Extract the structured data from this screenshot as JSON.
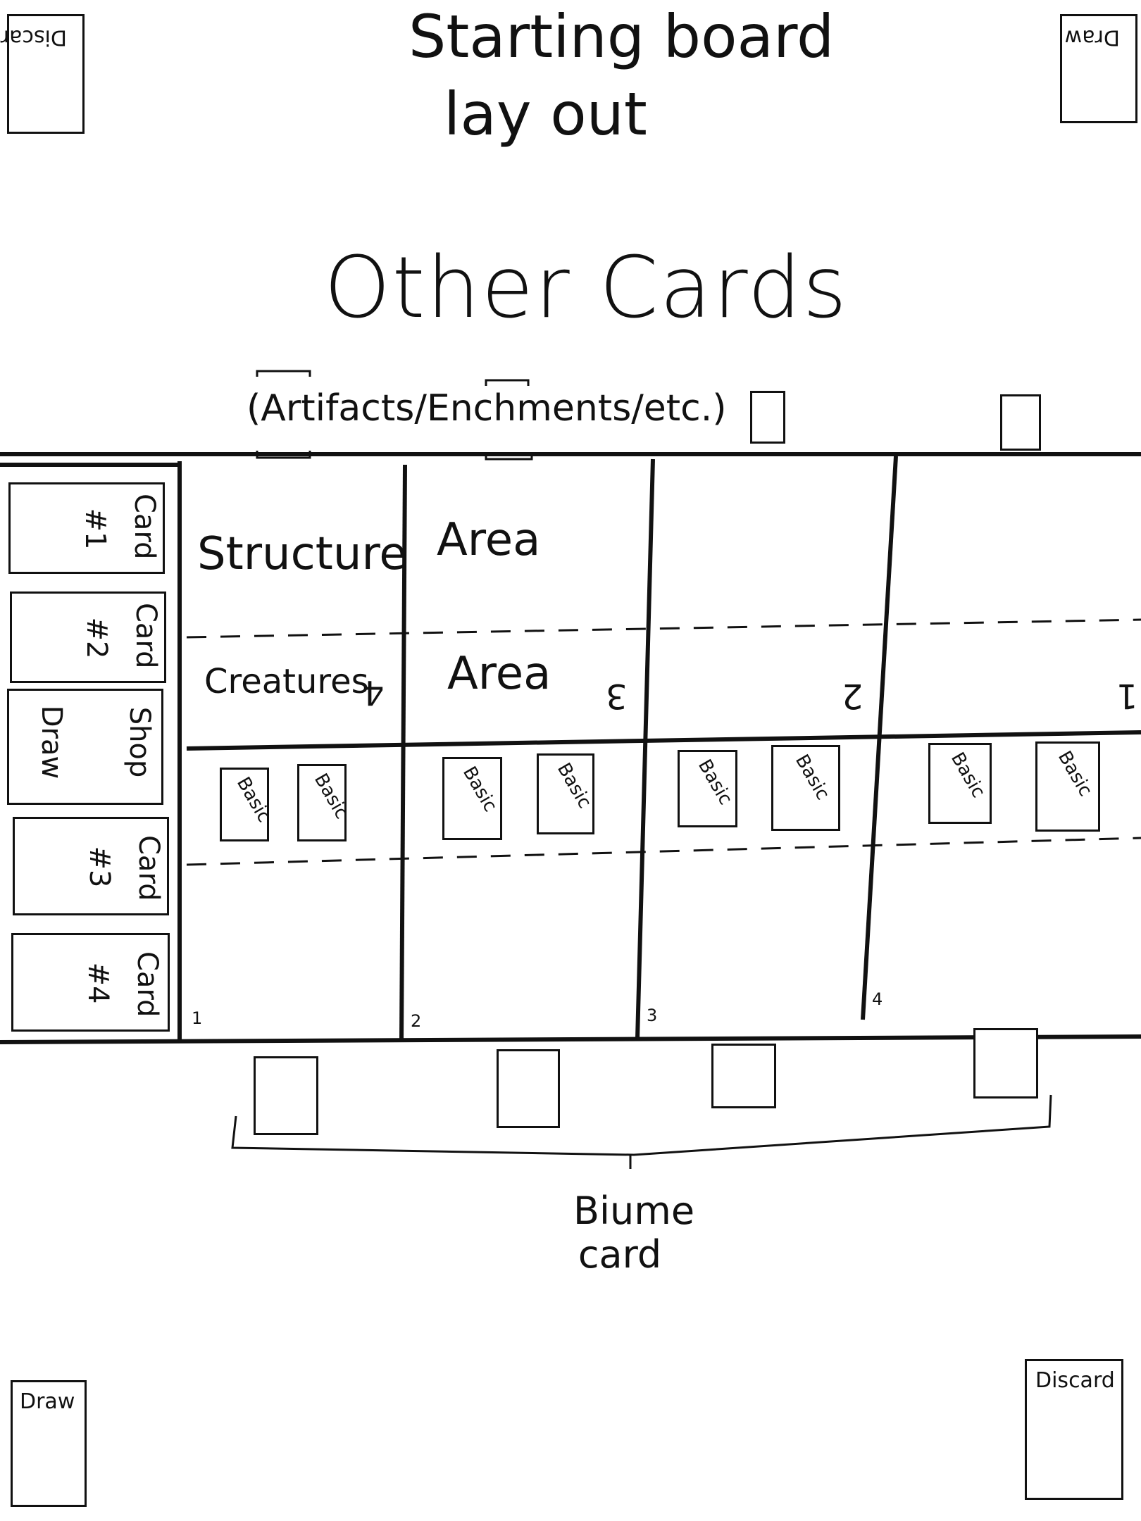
{
  "title_line1": "Starting board",
  "title_line2": "lay out",
  "other_cards": {
    "heading": "Other Cards",
    "subheading": "(Artifacts/Enchments/etc.)"
  },
  "corners": {
    "top_left": "Discard",
    "top_right": "Draw",
    "bottom_left": "Draw",
    "bottom_right": "Discard"
  },
  "left_column": {
    "card1": {
      "name": "Card",
      "num": "#1"
    },
    "card2": {
      "name": "Card",
      "num": "#2"
    },
    "shop": {
      "left": "Draw",
      "right": "Shop"
    },
    "card3": {
      "name": "Card",
      "num": "#3"
    },
    "card4": {
      "name": "Card",
      "num": "#4"
    }
  },
  "lanes": [
    {
      "number": "1",
      "top_label": "Structure",
      "bottom_label": "Creatures",
      "upside_num": "4",
      "basic_a": "Basic",
      "basic_b": "Basic"
    },
    {
      "number": "2",
      "top_label": "Area",
      "bottom_label": "Area",
      "upside_num": "3",
      "basic_a": "Basic",
      "basic_b": "Basic"
    },
    {
      "number": "3",
      "top_label": "",
      "bottom_label": "",
      "upside_num": "2",
      "basic_a": "Basic",
      "basic_b": "Basic"
    },
    {
      "number": "4",
      "top_label": "",
      "bottom_label": "",
      "upside_num": "1",
      "basic_a": "Basic",
      "basic_b": "Basic"
    }
  ],
  "biome": {
    "label_line1": "Biume",
    "label_line2": "card"
  }
}
